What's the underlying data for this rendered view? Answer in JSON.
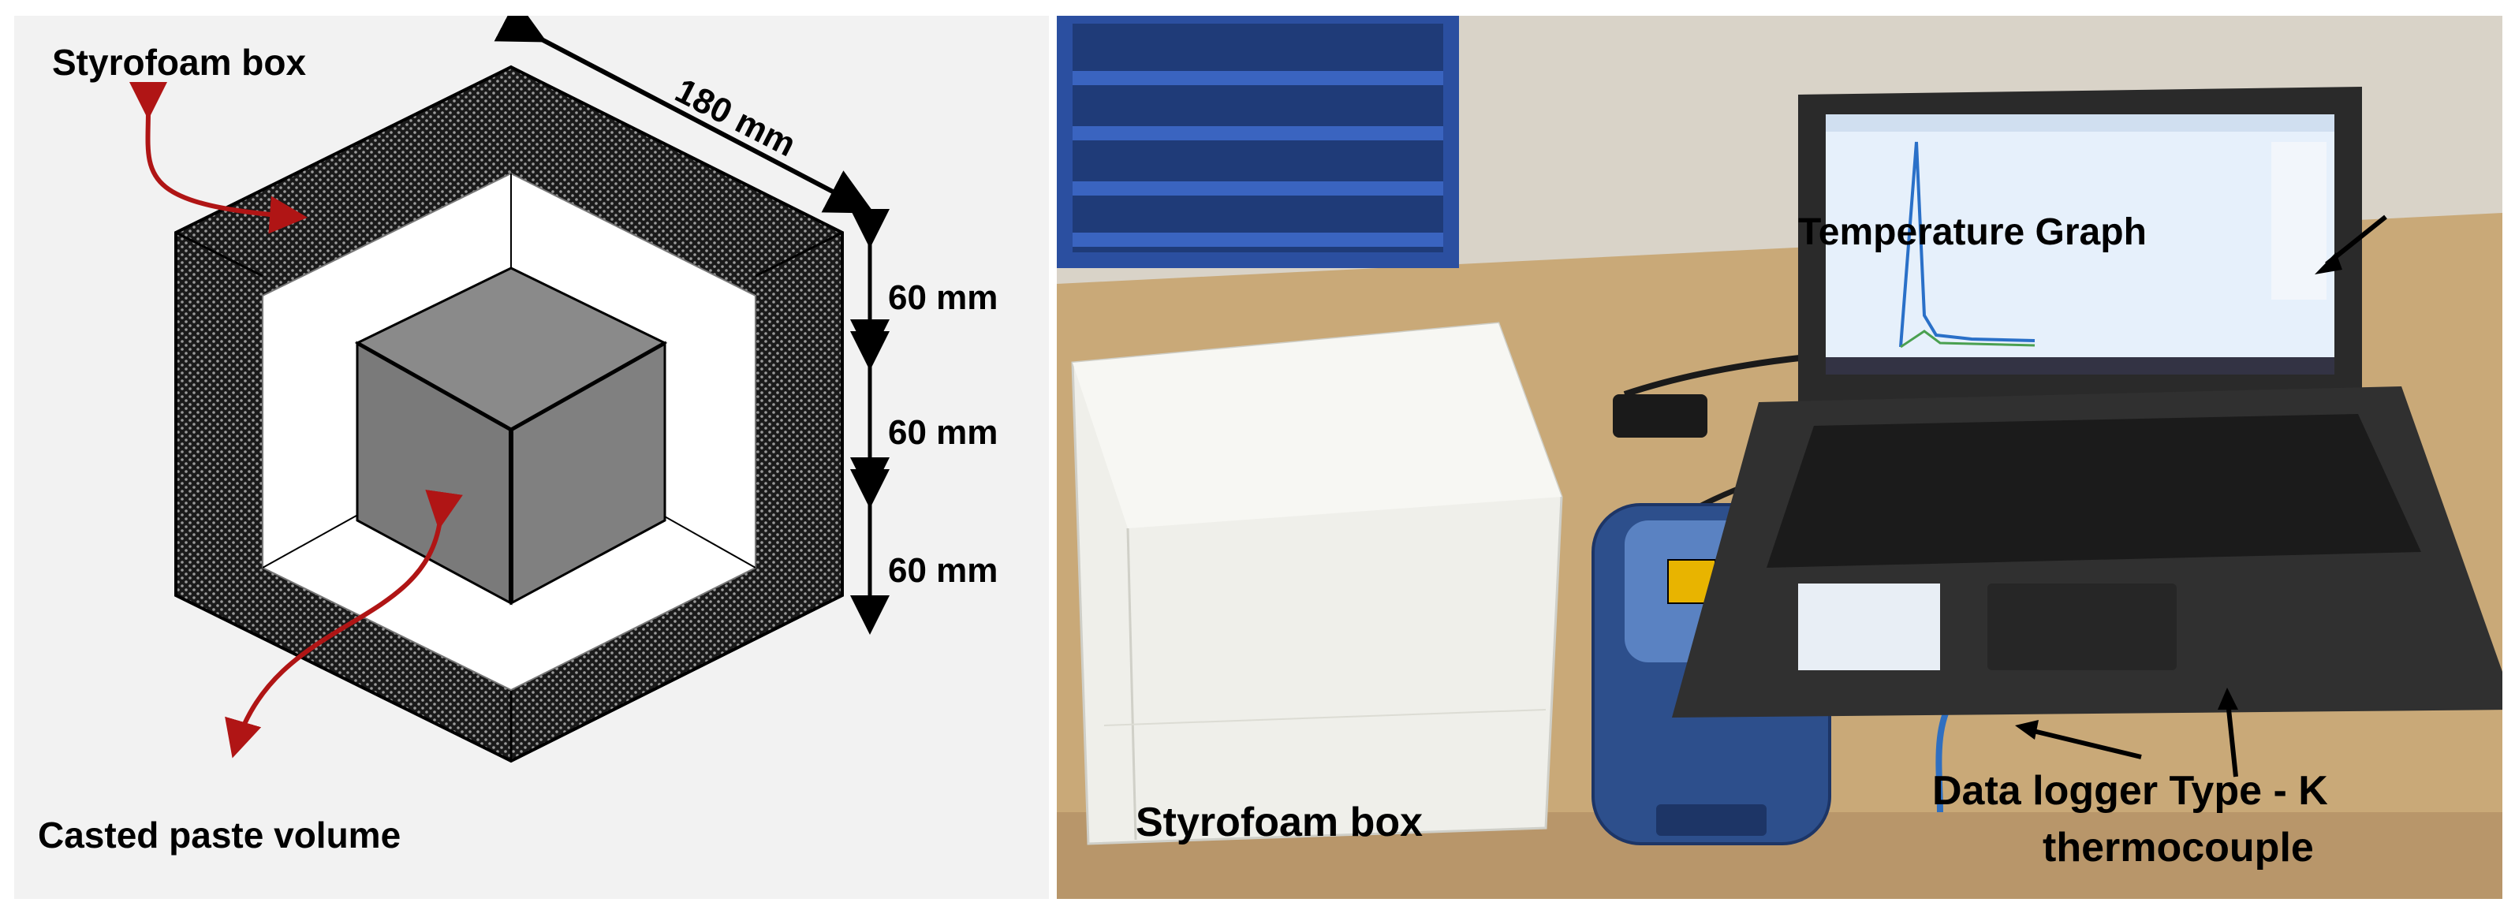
{
  "figure": {
    "schematic": {
      "labels": {
        "styrofoam_box": "Styrofoam box",
        "casted_paste_volume": "Casted paste volume",
        "outer_dimension": "180 mm",
        "layer_1": "60 mm",
        "layer_2": "60 mm",
        "layer_3": "60 mm"
      },
      "colors": {
        "foam_hatch": "#1a1a1a",
        "inner_cavity": "#ffffff",
        "paste_cube": "#808080",
        "arrow": "#b01515"
      }
    },
    "photo": {
      "labels": {
        "temperature_graph": "Temperature Graph",
        "styrofoam_box": "Styrofoam box",
        "data_logger_line1": "Data logger Type - K",
        "data_logger_line2": "thermocouple"
      },
      "colors": {
        "desk": "#c9a978",
        "wall": "#d9d3c8",
        "shelf": "#2b4fa0",
        "foam": "#efefea",
        "logger": "#2d4f8c",
        "laptop": "#2a2a2a",
        "screen": "#e6f0fb"
      }
    }
  }
}
